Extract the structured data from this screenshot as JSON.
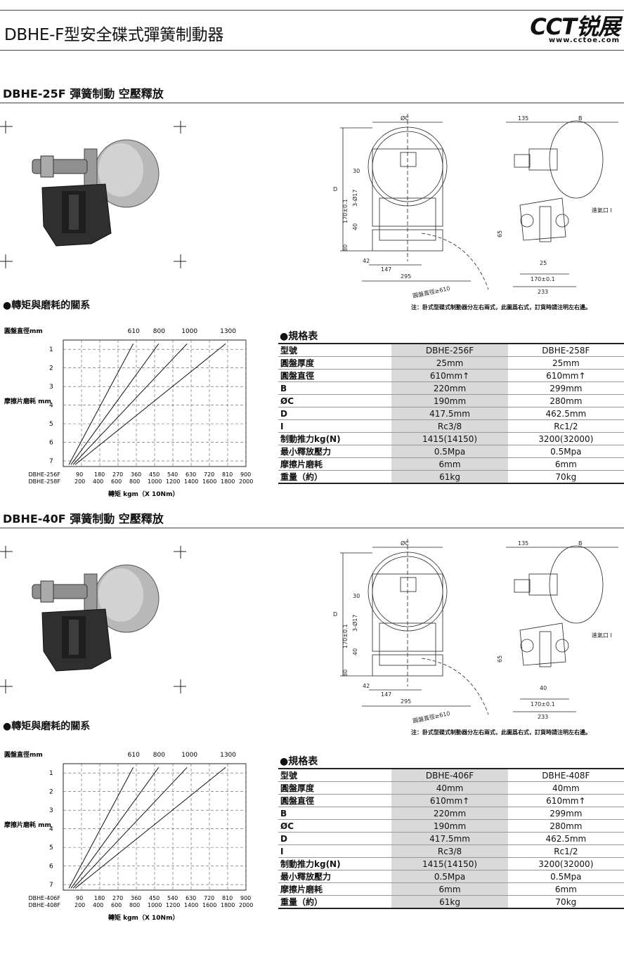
{
  "header": {
    "title": "DBHE-F型安全碟式彈簧制動器",
    "logo_text": "CCT锐展",
    "logo_url": "www.cctoe.com"
  },
  "sections": [
    {
      "heading": "DBHE-25F 彈簧制動 空壓釋放",
      "dimensions": {
        "front": [
          "ØC",
          "D",
          "30",
          "3-Ø17",
          "170±0.1",
          "40",
          "80",
          "42",
          "147",
          "295",
          "圓盤直徑≥610"
        ],
        "side": [
          "135",
          "B",
          "進氣口 I",
          "65",
          "25",
          "170±0.1",
          "233"
        ]
      },
      "note": "注：卧式型碟式制動器分左右兩式，此圖爲右式，訂貨時請注明左右邊。",
      "relation_heading": "●轉矩與磨耗的關系",
      "spec_heading": "●規格表",
      "chart_data": {
        "type": "line",
        "title": "",
        "disc_label": "圓盤直徑mm",
        "ylabel": "摩擦片磨耗 mm",
        "xlabel": "轉矩 kgm（X 10Nm）",
        "y_ticks": [
          1,
          2,
          3,
          4,
          5,
          6,
          7
        ],
        "ylim": [
          0.5,
          7.3
        ],
        "x_row_labels": [
          "DBHE-256F",
          "DBHE-258F"
        ],
        "x_ticks_a": [
          90,
          180,
          270,
          360,
          450,
          540,
          630,
          720,
          810,
          900
        ],
        "x_ticks_b": [
          200,
          400,
          600,
          800,
          1000,
          1200,
          1400,
          1600,
          1800,
          2000
        ],
        "xlim": [
          0,
          900
        ],
        "series": [
          {
            "name": "610",
            "x": [
              0,
              345
            ],
            "y": [
              7.2,
              0.7
            ]
          },
          {
            "name": "800",
            "x": [
              0,
              470
            ],
            "y": [
              7.2,
              0.7
            ]
          },
          {
            "name": "1000",
            "x": [
              0,
              610
            ],
            "y": [
              7.2,
              0.7
            ]
          },
          {
            "name": "1300",
            "x": [
              0,
              800
            ],
            "y": [
              7.2,
              0.7
            ]
          }
        ]
      },
      "spec": {
        "rows": [
          [
            "型號",
            "DBHE-256F",
            "DBHE-258F"
          ],
          [
            "圓盤厚度",
            "25mm",
            "25mm"
          ],
          [
            "圓盤直徑",
            "610mm↑",
            "610mm↑"
          ],
          [
            "B",
            "220mm",
            "299mm"
          ],
          [
            "ØC",
            "190mm",
            "280mm"
          ],
          [
            "D",
            "417.5mm",
            "462.5mm"
          ],
          [
            "I",
            "Rc3/8",
            "Rc1/2"
          ],
          [
            "制動推力kg(N)",
            "1415(14150)",
            "3200(32000)"
          ],
          [
            "最小釋放壓力",
            "0.5Mpa",
            "0.5Mpa"
          ],
          [
            "摩擦片磨耗",
            "6mm",
            "6mm"
          ],
          [
            "重量（約）",
            "61kg",
            "70kg"
          ]
        ]
      }
    },
    {
      "heading": "DBHE-40F 彈簧制動 空壓釋放",
      "dimensions": {
        "front": [
          "ØC",
          "D",
          "30",
          "3-Ø17",
          "170±0.1",
          "40",
          "80",
          "42",
          "147",
          "295",
          "圓盤直徑≥610"
        ],
        "side": [
          "135",
          "B",
          "進氣口 I",
          "65",
          "40",
          "170±0.1",
          "233"
        ]
      },
      "note": "注：卧式型碟式制動器分左右兩式，此圖爲右式，訂貨時請注明左右邊。",
      "relation_heading": "●轉矩與磨耗的關系",
      "spec_heading": "●規格表",
      "chart_data": {
        "type": "line",
        "title": "",
        "disc_label": "圓盤直徑mm",
        "ylabel": "摩擦片磨耗 mm",
        "xlabel": "轉矩 kgm（X 10Nm）",
        "y_ticks": [
          1,
          2,
          3,
          4,
          5,
          6,
          7
        ],
        "ylim": [
          0.5,
          7.3
        ],
        "x_row_labels": [
          "DBHE-406F",
          "DBHE-408F"
        ],
        "x_ticks_a": [
          90,
          180,
          270,
          360,
          450,
          540,
          630,
          720,
          810,
          900
        ],
        "x_ticks_b": [
          200,
          400,
          600,
          800,
          1000,
          1200,
          1400,
          1600,
          1800,
          2000
        ],
        "xlim": [
          0,
          900
        ],
        "series": [
          {
            "name": "610",
            "x": [
              0,
              345
            ],
            "y": [
              7.2,
              0.7
            ]
          },
          {
            "name": "800",
            "x": [
              0,
              470
            ],
            "y": [
              7.2,
              0.7
            ]
          },
          {
            "name": "1000",
            "x": [
              0,
              610
            ],
            "y": [
              7.2,
              0.7
            ]
          },
          {
            "name": "1300",
            "x": [
              0,
              800
            ],
            "y": [
              7.2,
              0.7
            ]
          }
        ]
      },
      "spec": {
        "rows": [
          [
            "型號",
            "DBHE-406F",
            "DBHE-408F"
          ],
          [
            "圓盤厚度",
            "40mm",
            "40mm"
          ],
          [
            "圓盤直徑",
            "610mm↑",
            "610mm↑"
          ],
          [
            "B",
            "220mm",
            "299mm"
          ],
          [
            "ØC",
            "190mm",
            "280mm"
          ],
          [
            "D",
            "417.5mm",
            "462.5mm"
          ],
          [
            "I",
            "Rc3/8",
            "Rc1/2"
          ],
          [
            "制動推力kg(N)",
            "1415(14150)",
            "3200(32000)"
          ],
          [
            "最小釋放壓力",
            "0.5Mpa",
            "0.5Mpa"
          ],
          [
            "摩擦片磨耗",
            "6mm",
            "6mm"
          ],
          [
            "重量（約）",
            "61kg",
            "70kg"
          ]
        ]
      }
    }
  ]
}
